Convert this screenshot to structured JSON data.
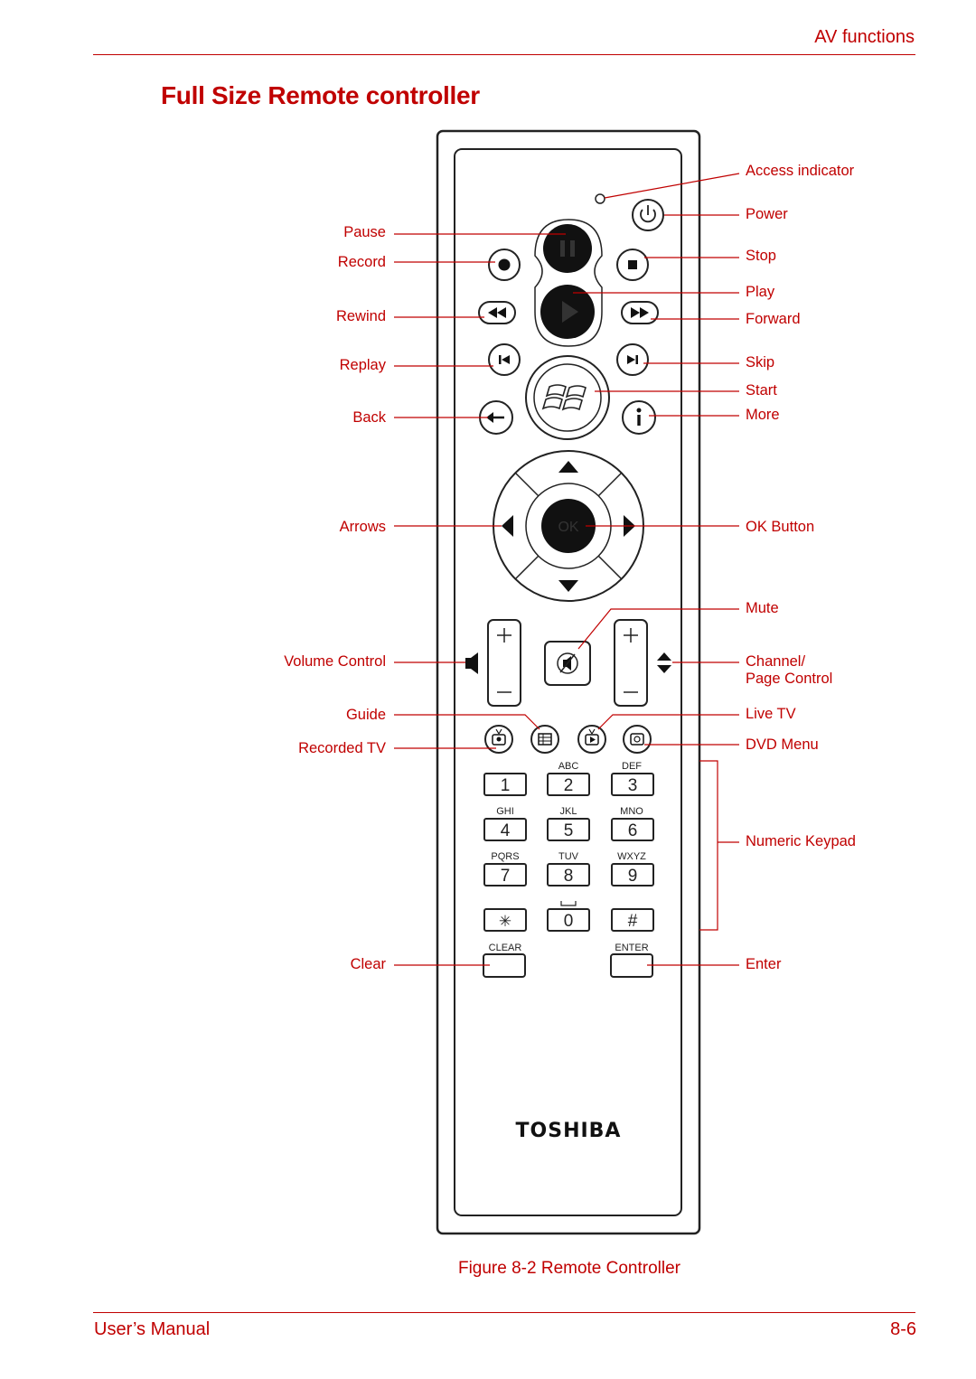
{
  "header": {
    "section": "AV functions"
  },
  "title": "Full Size Remote controller",
  "labels": {
    "access_indicator": "Access indicator",
    "power": "Power",
    "pause": "Pause",
    "stop": "Stop",
    "record": "Record",
    "play": "Play",
    "rewind": "Rewind",
    "forward": "Forward",
    "replay": "Replay",
    "skip": "Skip",
    "start": "Start",
    "back": "Back",
    "more": "More",
    "arrows": "Arrows",
    "ok_button": "OK Button",
    "mute": "Mute",
    "volume_control": "Volume Control",
    "channel_line1": "Channel/",
    "channel_line2": "Page Control",
    "guide": "Guide",
    "live_tv": "Live TV",
    "recorded_tv": "Recorded TV",
    "dvd_menu": "DVD Menu",
    "numeric_keypad": "Numeric Keypad",
    "clear": "Clear",
    "enter": "Enter"
  },
  "remote": {
    "ok_text": "OK",
    "brand": "TOSHIBA",
    "keypad": {
      "letters_row1": [
        "ABC",
        "DEF"
      ],
      "keys_row1": [
        "1",
        "2",
        "3"
      ],
      "letters_row2": [
        "GHI",
        "JKL",
        "MNO"
      ],
      "keys_row2": [
        "4",
        "5",
        "6"
      ],
      "letters_row3": [
        "PQRS",
        "TUV",
        "WXYZ"
      ],
      "keys_row3": [
        "7",
        "8",
        "9"
      ],
      "keys_row4": [
        "✳",
        "0",
        "#"
      ],
      "clear_text": "CLEAR",
      "enter_text": "ENTER"
    }
  },
  "caption": "Figure 8-2 Remote Controller",
  "footer": {
    "left": "User’s Manual",
    "right": "8-6"
  },
  "colors": {
    "accent": "#c00000"
  }
}
